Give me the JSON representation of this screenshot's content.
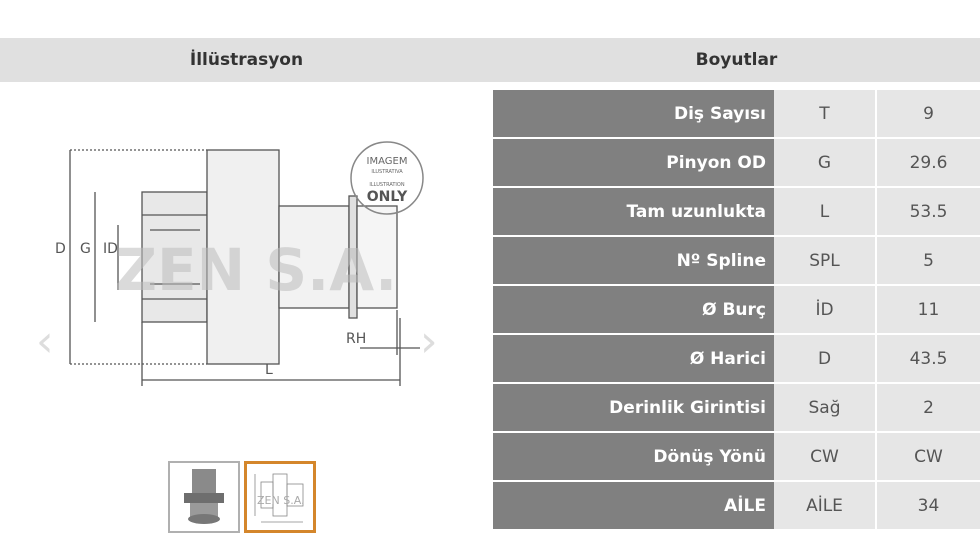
{
  "headers": {
    "illustration": "İllüstrasyon",
    "dimensions": "Boyutlar"
  },
  "rows": [
    {
      "label": "Diş Sayısı",
      "symbol": "T",
      "value": "9"
    },
    {
      "label": "Pinyon OD",
      "symbol": "G",
      "value": "29.6"
    },
    {
      "label": "Tam uzunlukta",
      "symbol": "L",
      "value": "53.5"
    },
    {
      "label": "Nº Spline",
      "symbol": "SPL",
      "value": "5"
    },
    {
      "label": "Ø Burç",
      "symbol": "İD",
      "value": "11"
    },
    {
      "label": "Ø Harici",
      "symbol": "D",
      "value": "43.5"
    },
    {
      "label": "Derinlik Girintisi",
      "symbol": "Sağ",
      "value": "2"
    },
    {
      "label": "Dönüş Yönü",
      "symbol": "CW",
      "value": "CW"
    },
    {
      "label": "AİLE",
      "symbol": "AİLE",
      "value": "34"
    }
  ],
  "diagram": {
    "dim_labels": {
      "d": "D",
      "g": "G",
      "id": "ID",
      "l": "L",
      "rh": "RH"
    },
    "watermark": "ZEN S.A.",
    "stamp_top": "IMAGEM",
    "stamp_sub1": "ILUSTRATIVA",
    "stamp_sub2": "ILLUSTRATION",
    "stamp_bottom": "ONLY"
  },
  "nav": {
    "prev_icon": "chevron-left-icon",
    "next_icon": "chevron-right-icon"
  },
  "thumb_watermark": "ZEN S.A.",
  "colors": {
    "label_bg": "#808080",
    "cell_bg": "#e6e6e6",
    "header_bg": "#e0e0e0",
    "thumb_active": "#d4862b"
  }
}
